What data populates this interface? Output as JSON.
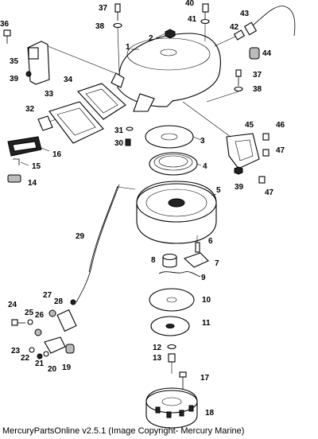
{
  "caption": "MercuryPartsOnline v2.5.1 (Image Copyright- Mercury Marine)",
  "labels": {
    "p1": "1",
    "p2": "2",
    "p3": "3",
    "p4": "4",
    "p5": "5",
    "p6": "6",
    "p7": "7",
    "p8": "8",
    "p9": "9",
    "p10": "10",
    "p11": "11",
    "p12": "12",
    "p13": "13",
    "p14": "14",
    "p15": "15",
    "p16": "16",
    "p17": "17",
    "p18": "18",
    "p19": "19",
    "p20": "20",
    "p21": "21",
    "p22": "22",
    "p23": "23",
    "p24": "24",
    "p25": "25",
    "p26": "26",
    "p27": "27",
    "p28": "28",
    "p29": "29",
    "p30": "30",
    "p31": "31",
    "p32": "32",
    "p33": "33",
    "p34": "34",
    "p35": "35",
    "p36": "36",
    "p37a": "37",
    "p37b": "37",
    "p38a": "38",
    "p38b": "38",
    "p39a": "39",
    "p39b": "39",
    "p40": "40",
    "p41": "41",
    "p42": "42",
    "p43": "43",
    "p44": "44",
    "p45": "45",
    "p46": "46",
    "p47a": "47",
    "p47b": "47"
  }
}
